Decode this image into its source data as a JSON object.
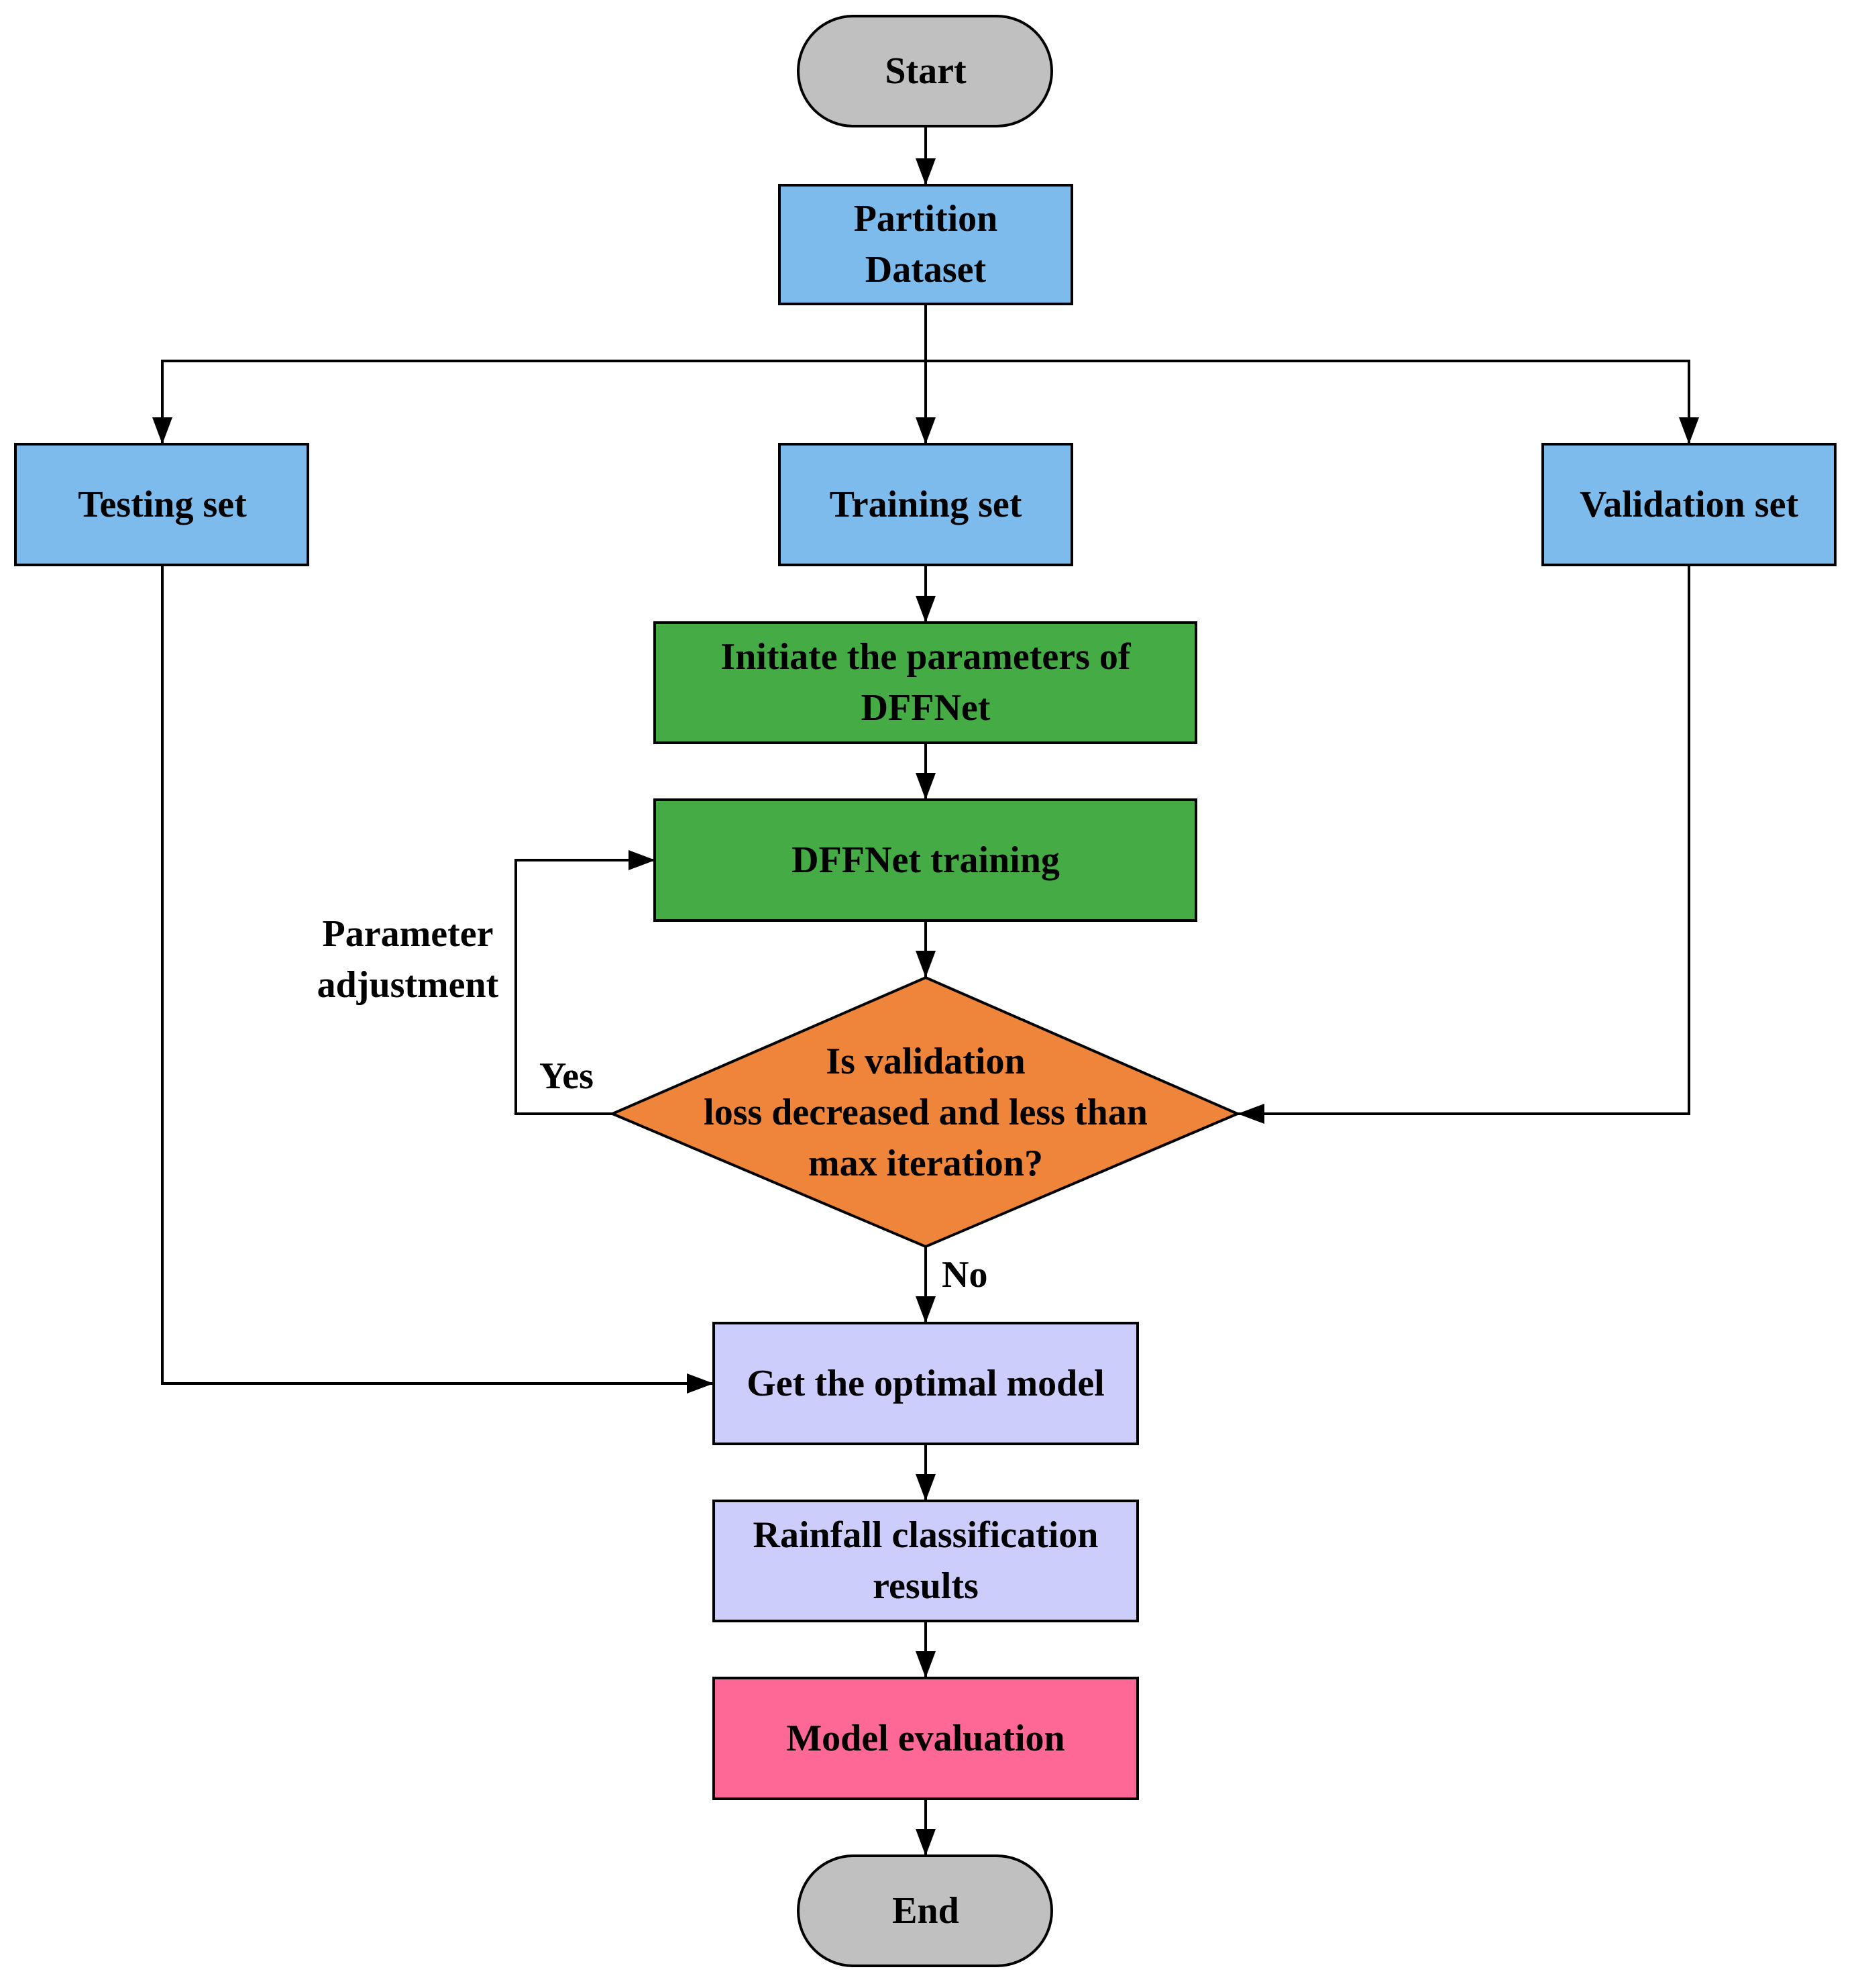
{
  "colors": {
    "terminal": "#c0c0c0",
    "data": "#7dbbec",
    "model": "#45ac45",
    "decision": "#ee853a",
    "result": "#cccdfb",
    "evaluation": "#fe6896"
  },
  "nodes": {
    "start": {
      "lines": [
        "Start"
      ]
    },
    "partition": {
      "lines": [
        "Partition",
        "Dataset"
      ]
    },
    "testing": {
      "lines": [
        "Testing set"
      ]
    },
    "training": {
      "lines": [
        "Training set"
      ]
    },
    "validation": {
      "lines": [
        "Validation set"
      ]
    },
    "initiate": {
      "lines": [
        "Initiate the parameters of",
        "DFFNet"
      ]
    },
    "dffnet_training": {
      "lines": [
        "DFFNet training"
      ]
    },
    "decision": {
      "lines": [
        "Is validation",
        "loss decreased and less than",
        "max iteration?"
      ]
    },
    "optimal": {
      "lines": [
        "Get the optimal model"
      ]
    },
    "rainfall": {
      "lines": [
        "Rainfall classification",
        "results"
      ]
    },
    "evaluation": {
      "lines": [
        "Model evaluation"
      ]
    },
    "end": {
      "lines": [
        "End"
      ]
    }
  },
  "labels": {
    "param_adjust": [
      "Parameter",
      "adjustment"
    ],
    "yes": "Yes",
    "no": "No"
  }
}
